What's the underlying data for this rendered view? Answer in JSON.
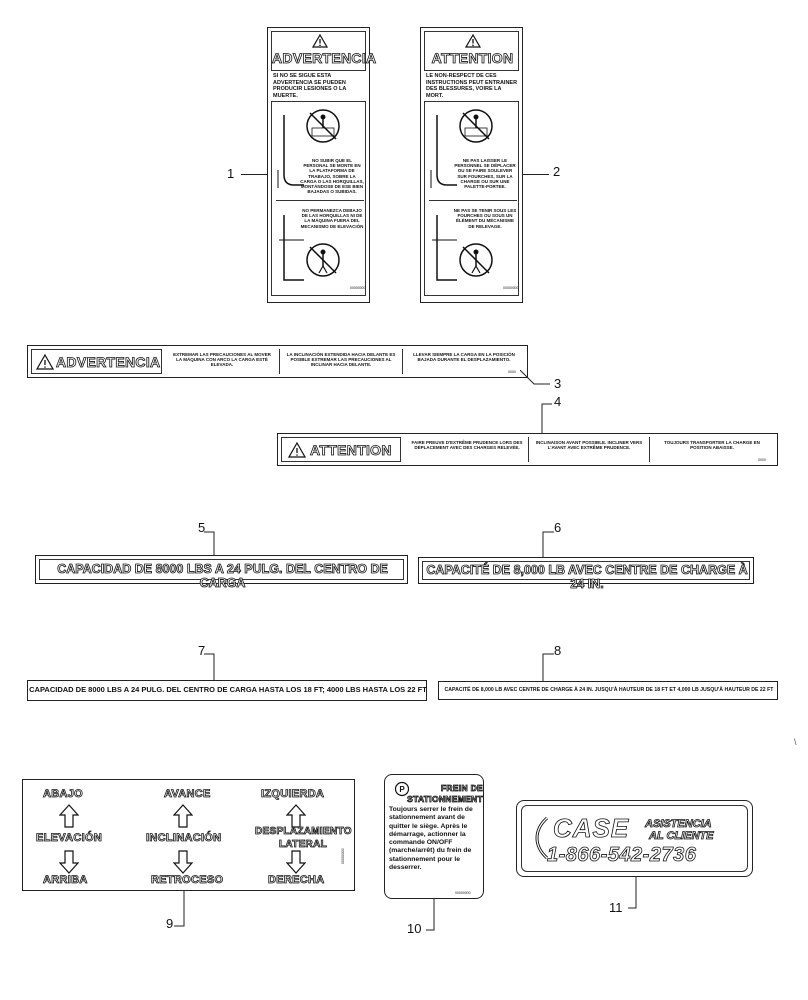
{
  "callouts": {
    "c1": "1",
    "c2": "2",
    "c3": "3",
    "c4": "4",
    "c5": "5",
    "c6": "6",
    "c7": "7",
    "c8": "8",
    "c9": "9",
    "c10": "10",
    "c11": "11"
  },
  "decal1": {
    "header": "ADVERTENCIA",
    "warning": "SI NO SE SIGUE ESTA ADVERTENCIA SE PUEDEN PRODUCIR LESIONES O LA MUERTE.",
    "text1": "NO SUBIR QUE EL PERSONAL SE MONTE EN LA PLATAFORMA DE TRABAJO, SOBRE LA CARGA O LAS HORQUILLAS, MONTÁNDOSE DE ESE BIEN BAJADAS O SUBIDAS.",
    "text2": "NO PERMANEZCA DEBAJO DE LAS HORQUILLAS NI DE LA MÁQUINA FUERA DEL MECANISMO DE ELEVACIÓN",
    "code": "00000000"
  },
  "decal2": {
    "header": "ATTENTION",
    "warning": "LE NON-RESPECT DE CES INSTRUCTIONS PEUT ENTRAINER DES BLESSURES, VOIRE LA MORT.",
    "text1": "NE PAS LAISSER LE PERSONNEL SE DÉPLACER OU SE FAIRE SOULEVER SUR FOURCHES, SUR LA CHARGE OU SUR UNE PALETTE-PORTEE.",
    "text2": "NE PAS SE TENIR SOUS LES FOURCHES OU SOUS UN ÉLÉMENT DU MÉCANISME DE RELEVAGE.",
    "code": "00000000"
  },
  "decal3": {
    "header": "ADVERTENCIA",
    "seg1": "EXTREMAR LAS PRECAUCIONES AL MOVER LA MÁQUINA CON ARCO LA CARGA ESTÉ ELEVADA.",
    "seg2": "LA INCLINACIÓN EXTENDIDA HACIA DELANTE ES POSIBLE EXTREMAR LAS PRECAUCIONES AL INCLINAR HACIA DELANTE.",
    "seg3": "LLEVAR SIEMPRE LA CARGA EN LA POSICIÓN BAJADA DURANTE EL DESPLAZAMIENTO.",
    "code": "0000"
  },
  "decal4": {
    "header": "ATTENTION",
    "seg1": "FAIRE PREUVE D'EXTRÊME PRUDENCE LORS DES DÉPLACEMENT AVEC DES CHARGES RELEVÉE.",
    "seg2": "INCLINAISON AVANT POSSIBLE. INCLINER VERS L'AVANT AVEC EXTRÊME PRUDENCE.",
    "seg3": "TOUJOURS TRANSPORTER LA CHARGE EN POSITION ABAISSE.",
    "code": "0000"
  },
  "decal5": {
    "text": "CAPACIDAD DE 8000 LBS A 24 PULG. DEL CENTRO DE CARGA"
  },
  "decal6": {
    "text": "CAPACITÉ DE 8,000 LB AVEC CENTRE DE CHARGE À 24 IN."
  },
  "decal7": {
    "text": "CAPACIDAD DE 8000 LBS A 24 PULG. DEL CENTRO DE CARGA HASTA LOS 18 FT; 4000 LBS HASTA LOS 22 FT"
  },
  "decal8": {
    "text": "CAPACITÉ DE 8,000 LB AVEC CENTRE DE CHARGE À 24 IN. JUSQU'À HAUTEUR DE 18 FT ET 4,000 LB JUSQU'À HAUTEUR DE 22 FT"
  },
  "decal9": {
    "abajo": "ABAJO",
    "avance": "AVANCE",
    "izquierda": "IZQUIERDA",
    "elevacion": "ELEVACIÓN",
    "inclinacion": "INCLINACIÓN",
    "desplazamiento": "DESPLAZAMIENTO LATERAL",
    "arriba": "ARRIBA",
    "retroceso": "RETROCESO",
    "derecha": "DERECHA",
    "code": "00000000"
  },
  "decal10": {
    "title": "FREIN DE STATIONNEMENT",
    "body": "Toujours serrer le frein de stationnement avant de quitter le siège. Après le démarrage, actionner la commande ON/OFF (marche/arrêt) du frein de stationnement pour le desserrer.",
    "code": "00000000"
  },
  "decal11": {
    "brand": "CASE",
    "assist1": "ASISTENCIA",
    "assist2": "AL CLIENTE",
    "phone": "1-866-542-2736"
  },
  "page_mark": "\\"
}
